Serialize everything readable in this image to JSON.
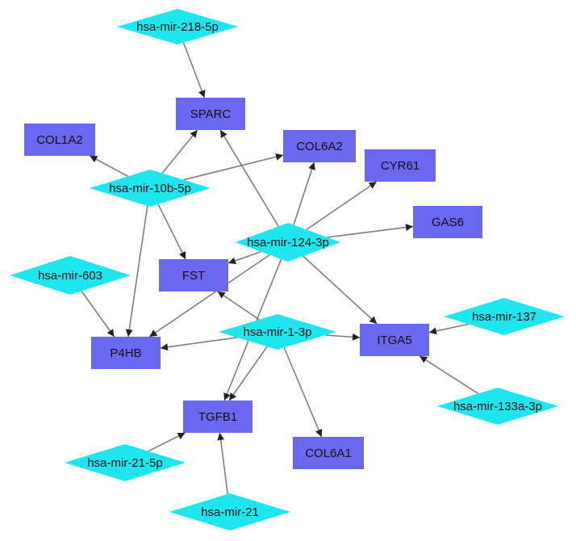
{
  "colors": {
    "gene_fill": "#6b67f0",
    "mirna_fill": "#1ee6ee",
    "edge": "#7f7f7f",
    "text": "#111111"
  },
  "nodes": [
    {
      "id": "sparc",
      "label": "SPARC",
      "kind": "gene"
    },
    {
      "id": "col1a2",
      "label": "COL1A2",
      "kind": "gene"
    },
    {
      "id": "col6a2",
      "label": "COL6A2",
      "kind": "gene"
    },
    {
      "id": "cyr61",
      "label": "CYR61",
      "kind": "gene"
    },
    {
      "id": "gas6",
      "label": "GAS6",
      "kind": "gene"
    },
    {
      "id": "fst",
      "label": "FST",
      "kind": "gene"
    },
    {
      "id": "p4hb",
      "label": "P4HB",
      "kind": "gene"
    },
    {
      "id": "itga5",
      "label": "ITGA5",
      "kind": "gene"
    },
    {
      "id": "tgfb1",
      "label": "TGFB1",
      "kind": "gene"
    },
    {
      "id": "col6a1",
      "label": "COL6A1",
      "kind": "gene"
    },
    {
      "id": "mir218",
      "label": "hsa-mir-218-5p",
      "kind": "mirna"
    },
    {
      "id": "mir10b",
      "label": "hsa-mir-10b-5p",
      "kind": "mirna"
    },
    {
      "id": "mir124",
      "label": "hsa-mir-124-3p",
      "kind": "mirna"
    },
    {
      "id": "mir603",
      "label": "hsa-mir-603",
      "kind": "mirna"
    },
    {
      "id": "mir1",
      "label": "hsa-mir-1-3p",
      "kind": "mirna"
    },
    {
      "id": "mir137",
      "label": "hsa-mir-137",
      "kind": "mirna"
    },
    {
      "id": "mir133a",
      "label": "hsa-mir-133a-3p",
      "kind": "mirna"
    },
    {
      "id": "mir21_5p",
      "label": "hsa-mir-21-5p",
      "kind": "mirna"
    },
    {
      "id": "mir21",
      "label": "hsa-mir-21",
      "kind": "mirna"
    }
  ],
  "edges": [
    {
      "from": "mir218",
      "to": "sparc"
    },
    {
      "from": "mir10b",
      "to": "sparc"
    },
    {
      "from": "mir10b",
      "to": "col1a2"
    },
    {
      "from": "mir10b",
      "to": "col6a2"
    },
    {
      "from": "mir10b",
      "to": "fst"
    },
    {
      "from": "mir10b",
      "to": "p4hb"
    },
    {
      "from": "mir124",
      "to": "sparc"
    },
    {
      "from": "mir124",
      "to": "col6a2"
    },
    {
      "from": "mir124",
      "to": "cyr61"
    },
    {
      "from": "mir124",
      "to": "gas6"
    },
    {
      "from": "mir124",
      "to": "fst"
    },
    {
      "from": "mir124",
      "to": "p4hb"
    },
    {
      "from": "mir124",
      "to": "itga5"
    },
    {
      "from": "mir124",
      "to": "tgfb1"
    },
    {
      "from": "mir603",
      "to": "p4hb"
    },
    {
      "from": "mir1",
      "to": "fst"
    },
    {
      "from": "mir1",
      "to": "p4hb"
    },
    {
      "from": "mir1",
      "to": "itga5"
    },
    {
      "from": "mir1",
      "to": "tgfb1"
    },
    {
      "from": "mir1",
      "to": "col6a1"
    },
    {
      "from": "mir137",
      "to": "itga5"
    },
    {
      "from": "mir133a",
      "to": "itga5"
    },
    {
      "from": "mir21_5p",
      "to": "tgfb1"
    },
    {
      "from": "mir21",
      "to": "tgfb1"
    }
  ]
}
